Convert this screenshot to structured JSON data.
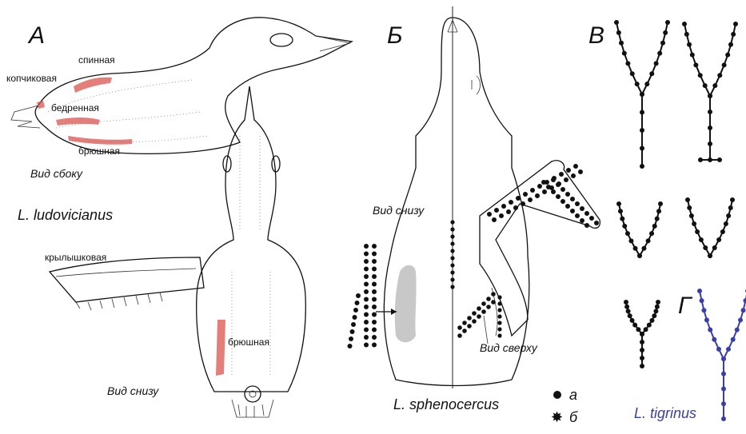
{
  "panels": {
    "A": "А",
    "B": "Б",
    "V": "В",
    "G": "Г"
  },
  "panel_a": {
    "labels": {
      "dorsal": "спинная",
      "caudal": "копчиковая",
      "femoral": "бедренная",
      "ventral_side": "брюшная",
      "alar": "крылышковая",
      "ventral_bottom": "брюшная"
    },
    "view_side": "Вид сбоку",
    "view_bottom": "Вид снизу",
    "species": "L. ludovicianus"
  },
  "panel_b": {
    "view_bottom": "Вид снизу",
    "view_top": "Вид сверху",
    "species": "L. sphenocercus",
    "legend": [
      {
        "symbol": "●",
        "label": "а"
      },
      {
        "symbol": "✸",
        "label": "б"
      }
    ]
  },
  "panel_g": {
    "species": "L. tigrinus",
    "color": "#3a3fa8"
  },
  "colors": {
    "pterylae": "#d9534f",
    "wing_patch": "#c8c8c8",
    "ink": "#111111"
  }
}
